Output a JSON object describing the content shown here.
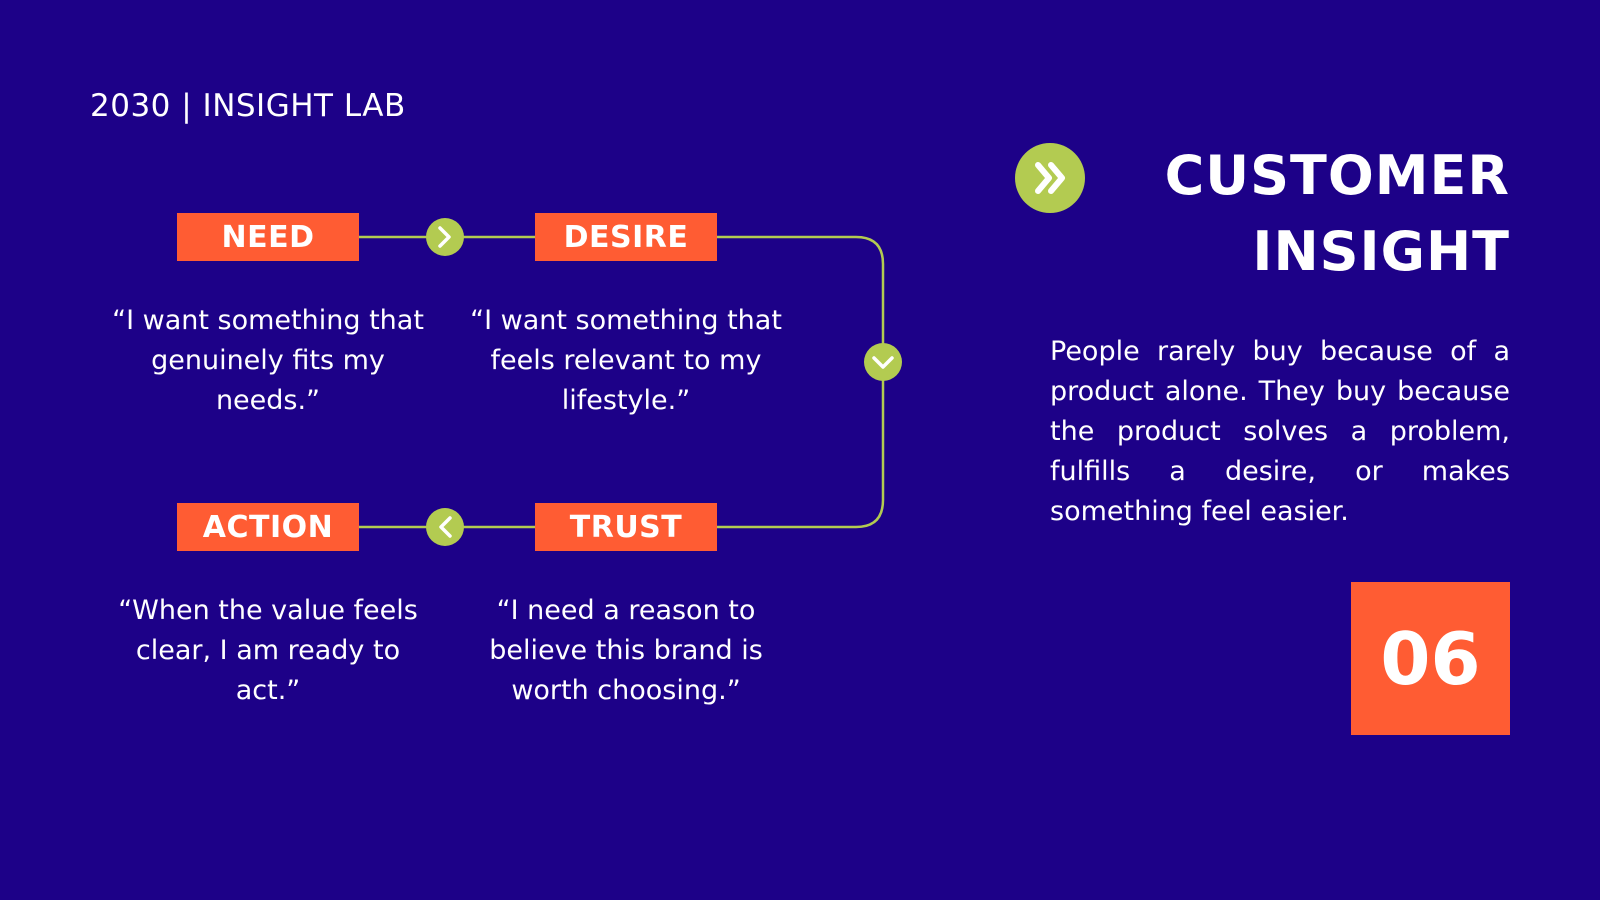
{
  "header": {
    "brand": "2030 | INSIGHT LAB"
  },
  "flow": {
    "stages": [
      {
        "label": "NEED",
        "quote": "“I want something that genuinely fits my needs.”"
      },
      {
        "label": "DESIRE",
        "quote": "“I want something that feels relevant to my lifestyle.”"
      },
      {
        "label": "TRUST",
        "quote": "“I need a reason to believe this brand is worth choosing.”"
      },
      {
        "label": "ACTION",
        "quote": "“When the value feels clear, I am ready to act.”"
      }
    ],
    "arrows": [
      "chevron-right-icon",
      "chevron-down-icon",
      "chevron-left-icon"
    ]
  },
  "sidebar": {
    "icon": "double-chevron-right-icon",
    "title_line1": "CUSTOMER",
    "title_line2": "INSIGHT",
    "description": "People rarely buy because of a product alone. They buy because the product solves a problem, fulfills a desire, or makes something feel easier.",
    "page_number": "06"
  },
  "colors": {
    "background": "#1d0188",
    "accent_orange": "#ff5c33",
    "accent_green": "#b3cb51",
    "text": "#ffffff"
  }
}
